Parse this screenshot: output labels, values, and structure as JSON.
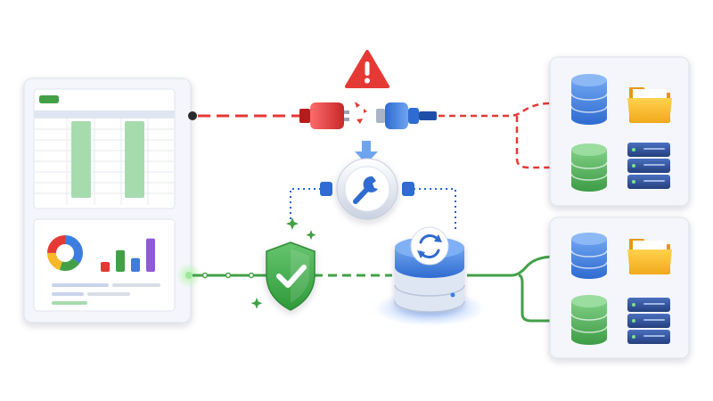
{
  "colors": {
    "background": "#ffffff",
    "panel": "#f4f6fb",
    "panel_border": "#dfe3ec",
    "broken_link": "#e53935",
    "healthy_link": "#43a047",
    "repair_link": "#1e63d6",
    "blue_db": "#3d7de0",
    "green_db": "#4caf50",
    "server_navy": "#2f4c8f",
    "folder_yellow": "#f6b928",
    "warning_red": "#e53935",
    "sheet_green": "#8fd09a"
  },
  "icons": {
    "warning": "warning-triangle-icon",
    "repair": "wrench-icon",
    "shield": "shield-check-icon",
    "sync": "sync-icon",
    "database": "database-icon",
    "folder": "folder-icon",
    "server": "server-rack-icon",
    "spark": "sparkle-icon"
  },
  "dashboard": {
    "donut_segments": [
      0.35,
      0.2,
      0.2,
      0.25
    ],
    "donut_colors": [
      "#3d7de0",
      "#43a047",
      "#f6b928",
      "#e53935"
    ],
    "bar_values": [
      0.25,
      0.55,
      0.35,
      0.85
    ],
    "bar_colors": [
      "#e53935",
      "#43a047",
      "#3d7de0",
      "#8e5bd6"
    ]
  },
  "connections": {
    "top_link_state": "broken",
    "bottom_link_state": "healthy"
  }
}
